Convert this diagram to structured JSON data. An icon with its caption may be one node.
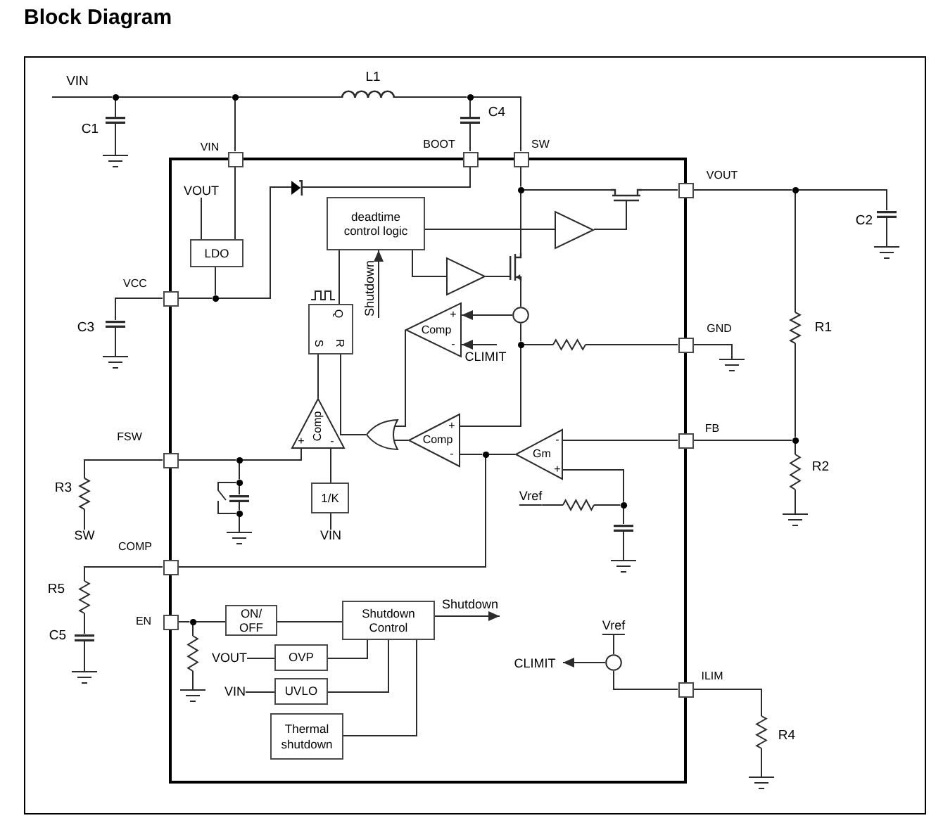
{
  "diagram": {
    "title": "Block Diagram",
    "nodes": [
      {
        "text": [],
        "shape": "box",
        "beside": [
          "VIN"
        ]
      },
      {
        "text": [],
        "shape": "box",
        "beside": [
          "BOOT"
        ]
      },
      {
        "text": [],
        "shape": "box",
        "beside": [
          "SW"
        ]
      },
      {
        "text": [],
        "shape": "box",
        "beside": [
          "VOUT"
        ]
      },
      {
        "text": [
          "VOUT"
        ]
      },
      {
        "text": [
          "LDO"
        ]
      },
      {
        "text": [
          "deadtime control logic"
        ]
      },
      {
        "text": [],
        "shape": "box",
        "beside": [
          "VCC"
        ]
      },
      {
        "text": [
          "Q",
          "S",
          "R"
        ]
      },
      {
        "text": [],
        "shape": "circle"
      },
      {
        "text": [
          "+",
          "Comp",
          "-"
        ]
      },
      {
        "text": [],
        "shape": "box",
        "beside": [
          "GND"
        ]
      },
      {
        "text": [],
        "shape": "box",
        "beside": [
          "FSW"
        ]
      },
      {
        "text": [
          "Comp",
          "+",
          "-"
        ]
      },
      {
        "text": [],
        "shape": "gate"
      },
      {
        "text": [
          "+",
          "Comp",
          "-"
        ]
      },
      {
        "text": [
          "-",
          "Gm",
          "+"
        ]
      },
      {
        "text": [],
        "shape": "box",
        "beside": [
          "FB"
        ]
      },
      {
        "text": [
          "1/K"
        ]
      },
      {
        "text": [
          "VIN"
        ]
      },
      {
        "text": [],
        "shape": "box",
        "beside": [
          "COMP"
        ]
      },
      {
        "text": [],
        "shape": "box",
        "beside": [
          "EN"
        ]
      },
      {
        "text": [
          "ON/ OFF"
        ]
      },
      {
        "text": [
          "Shutdown Control"
        ]
      },
      {
        "text": [
          "VOUT"
        ]
      },
      {
        "text": [
          "OVP"
        ]
      },
      {
        "text": [
          "VIN"
        ]
      },
      {
        "text": [
          "UVLO"
        ]
      },
      {
        "text": [
          "Thermal shutdown"
        ]
      },
      {
        "text": [],
        "shape": "circle"
      },
      {
        "text": [],
        "shape": "box",
        "beside": [
          "ILIM"
        ]
      },
      {
        "text": [],
        "shape": "inductor",
        "beside": [
          "L1"
        ]
      },
      {
        "text": [],
        "shape": "capacitor",
        "beside": [
          "C1"
        ]
      },
      {
        "text": [],
        "shape": "capacitor",
        "beside": [
          "C4"
        ]
      },
      {
        "text": [],
        "shape": "capacitor",
        "beside": [
          "C3"
        ]
      },
      {
        "text": [],
        "shape": "capacitor",
        "beside": [
          "C2"
        ]
      },
      {
        "text": [],
        "shape": "resistor",
        "beside": [
          "R1"
        ]
      },
      {
        "text": [],
        "shape": "resistor",
        "beside": [
          "R2"
        ]
      },
      {
        "text": [],
        "shape": "resistor",
        "beside": [
          "R3"
        ]
      },
      {
        "text": [],
        "shape": "resistor",
        "beside": [
          "R5"
        ]
      },
      {
        "text": [],
        "shape": "capacitor",
        "beside": [
          "C5"
        ]
      },
      {
        "text": [],
        "shape": "resistor",
        "beside": [
          "R4"
        ]
      },
      {
        "text": [],
        "shape": "diode"
      },
      {
        "text": [],
        "shape": "transistor"
      },
      {
        "text": [],
        "shape": "transistor"
      },
      {
        "text": [],
        "shape": "triangle"
      },
      {
        "text": [],
        "shape": "triangle"
      },
      {
        "text": [],
        "shape": "resistor"
      },
      {
        "text": [],
        "shape": "capacitor"
      },
      {
        "text": [],
        "shape": "switch"
      },
      {
        "text": [],
        "shape": "capacitor"
      },
      {
        "text": [],
        "shape": "resistor"
      },
      {
        "text": [],
        "shape": "resistor"
      },
      {
        "text": [
          "SW"
        ]
      },
      {
        "text": [
          "Vref"
        ]
      },
      {
        "text": [
          "Vref"
        ]
      },
      {
        "text": [],
        "shape": "ground"
      },
      {
        "text": [],
        "shape": "ground"
      },
      {
        "text": [],
        "shape": "ground"
      },
      {
        "text": [],
        "shape": "ground"
      },
      {
        "text": [],
        "shape": "ground"
      },
      {
        "text": [],
        "shape": "ground"
      },
      {
        "text": [],
        "shape": "ground"
      },
      {
        "text": [],
        "shape": "ground"
      },
      {
        "text": [],
        "shape": "ground"
      },
      {
        "text": [],
        "shape": "ground"
      },
      {
        "text": [],
        "shape": "dot"
      },
      {
        "text": [],
        "shape": "dot"
      },
      {
        "text": [],
        "shape": "dot"
      },
      {
        "text": [],
        "shape": "dot"
      },
      {
        "text": [],
        "shape": "dot"
      },
      {
        "text": [],
        "shape": "dot"
      },
      {
        "text": [],
        "shape": "dot"
      },
      {
        "text": [],
        "shape": "dot"
      },
      {
        "text": [],
        "shape": "dot"
      },
      {
        "text": [],
        "shape": "dot"
      },
      {
        "text": [],
        "shape": "dot"
      },
      {
        "text": [],
        "shape": "dot"
      },
      {
        "text": [],
        "shape": "dot"
      },
      {
        "text": [],
        "shape": "dot"
      }
    ],
    "edges": [
      {
        "from": null,
        "to": 66,
        "arrow": "none"
      },
      {
        "from": 66,
        "to": 32,
        "arrow": "none"
      },
      {
        "from": 32,
        "to": 56,
        "arrow": "none"
      },
      {
        "from": 66,
        "to": 67,
        "arrow": "none"
      },
      {
        "from": 67,
        "to": 0,
        "arrow": "none"
      },
      {
        "from": 67,
        "to": 31,
        "arrow": "none"
      },
      {
        "from": 31,
        "to": 68,
        "arrow": "none"
      },
      {
        "from": 68,
        "to": 33,
        "arrow": "none"
      },
      {
        "from": 33,
        "to": 1,
        "arrow": "none"
      },
      {
        "from": 68,
        "to": 2,
        "arrow": "none"
      },
      {
        "from": 0,
        "to": 5,
        "arrow": "none"
      },
      {
        "from": 4,
        "to": 5,
        "arrow": "none"
      },
      {
        "from": 5,
        "to": 69,
        "arrow": "none"
      },
      {
        "from": 69,
        "to": 7,
        "arrow": "none"
      },
      {
        "from": 1,
        "to": 42,
        "arrow": "none"
      },
      {
        "from": 42,
        "to": 69,
        "arrow": "none"
      },
      {
        "from": 7,
        "to": 34,
        "arrow": "none"
      },
      {
        "from": 34,
        "to": 57,
        "arrow": "none"
      },
      {
        "from": 2,
        "to": 70,
        "arrow": "none"
      },
      {
        "from": 70,
        "to": 44,
        "arrow": "none"
      },
      {
        "from": 70,
        "to": 43,
        "arrow": "none"
      },
      {
        "from": 43,
        "to": 3,
        "arrow": "none"
      },
      {
        "from": 44,
        "to": 9,
        "arrow": "none"
      },
      {
        "from": 6,
        "to": 45,
        "arrow": "none"
      },
      {
        "from": 45,
        "to": 43,
        "arrow": "none"
      },
      {
        "from": 6,
        "to": 46,
        "arrow": "none"
      },
      {
        "from": 46,
        "to": 44,
        "arrow": "none"
      },
      {
        "from": 8,
        "to": 6,
        "arrow": "none"
      },
      {
        "from": null,
        "to": 6,
        "arrow": "to",
        "label": "Shutdown"
      },
      {
        "from": 9,
        "to": 10,
        "arrow": "to"
      },
      {
        "from": null,
        "to": 10,
        "arrow": "to",
        "label": "CLIMIT"
      },
      {
        "from": 9,
        "to": 71,
        "arrow": "none"
      },
      {
        "from": 71,
        "to": 15,
        "arrow": "none"
      },
      {
        "from": 71,
        "to": 47,
        "arrow": "none"
      },
      {
        "from": 47,
        "to": 11,
        "arrow": "none"
      },
      {
        "from": 11,
        "to": 59,
        "arrow": "none"
      },
      {
        "from": 10,
        "to": 14,
        "arrow": "none"
      },
      {
        "from": 15,
        "to": 14,
        "arrow": "none"
      },
      {
        "from": 14,
        "to": 8,
        "arrow": "none"
      },
      {
        "from": 13,
        "to": 8,
        "arrow": "none"
      },
      {
        "from": 12,
        "to": 74,
        "arrow": "none"
      },
      {
        "from": 74,
        "to": 13,
        "arrow": "none"
      },
      {
        "from": 74,
        "to": 75,
        "arrow": "none"
      },
      {
        "from": 75,
        "to": 48,
        "arrow": "none"
      },
      {
        "from": 48,
        "to": 76,
        "arrow": "none"
      },
      {
        "from": 75,
        "to": 49,
        "arrow": "none"
      },
      {
        "from": 49,
        "to": 76,
        "arrow": "none"
      },
      {
        "from": 76,
        "to": 61,
        "arrow": "none"
      },
      {
        "from": 12,
        "to": 38,
        "arrow": "none"
      },
      {
        "from": 38,
        "to": 53,
        "arrow": "none"
      },
      {
        "from": 18,
        "to": 13,
        "arrow": "none"
      },
      {
        "from": 19,
        "to": 18,
        "arrow": "none"
      },
      {
        "from": 16,
        "to": 17,
        "arrow": "none"
      },
      {
        "from": 16,
        "to": 77,
        "arrow": "none"
      },
      {
        "from": 77,
        "to": 15,
        "arrow": "none"
      },
      {
        "from": 77,
        "to": 20,
        "arrow": "none"
      },
      {
        "from": 16,
        "to": 78,
        "arrow": "none"
      },
      {
        "from": 54,
        "to": 51,
        "arrow": "none"
      },
      {
        "from": 51,
        "to": 78,
        "arrow": "none"
      },
      {
        "from": 78,
        "to": 50,
        "arrow": "none"
      },
      {
        "from": 50,
        "to": 62,
        "arrow": "none"
      },
      {
        "from": 17,
        "to": 73,
        "arrow": "none"
      },
      {
        "from": 3,
        "to": 72,
        "arrow": "none"
      },
      {
        "from": 72,
        "to": 36,
        "arrow": "none"
      },
      {
        "from": 36,
        "to": 73,
        "arrow": "none"
      },
      {
        "from": 73,
        "to": 37,
        "arrow": "none"
      },
      {
        "from": 37,
        "to": 60,
        "arrow": "none"
      },
      {
        "from": 72,
        "to": 35,
        "arrow": "none"
      },
      {
        "from": 35,
        "to": 58,
        "arrow": "none"
      },
      {
        "from": 20,
        "to": 39,
        "arrow": "none"
      },
      {
        "from": 39,
        "to": 40,
        "arrow": "none"
      },
      {
        "from": 40,
        "to": 63,
        "arrow": "none"
      },
      {
        "from": 21,
        "to": 79,
        "arrow": "none"
      },
      {
        "from": 79,
        "to": 22,
        "arrow": "none"
      },
      {
        "from": 79,
        "to": 52,
        "arrow": "none"
      },
      {
        "from": 52,
        "to": 64,
        "arrow": "none"
      },
      {
        "from": 22,
        "to": 23,
        "arrow": "none"
      },
      {
        "from": 23,
        "to": null,
        "arrow": "to",
        "label": "Shutdown"
      },
      {
        "from": 24,
        "to": 25,
        "arrow": "none"
      },
      {
        "from": 25,
        "to": 23,
        "arrow": "none"
      },
      {
        "from": 26,
        "to": 27,
        "arrow": "none"
      },
      {
        "from": 27,
        "to": 23,
        "arrow": "none"
      },
      {
        "from": 28,
        "to": 23,
        "arrow": "none"
      },
      {
        "from": 55,
        "to": 29,
        "arrow": "none"
      },
      {
        "from": 29,
        "to": null,
        "arrow": "to",
        "label": "CLIMIT"
      },
      {
        "from": 29,
        "to": 30,
        "arrow": "none"
      },
      {
        "from": 30,
        "to": 41,
        "arrow": "none"
      },
      {
        "from": 41,
        "to": 65,
        "arrow": "none"
      }
    ],
    "labels": [
      "VIN"
    ]
  }
}
